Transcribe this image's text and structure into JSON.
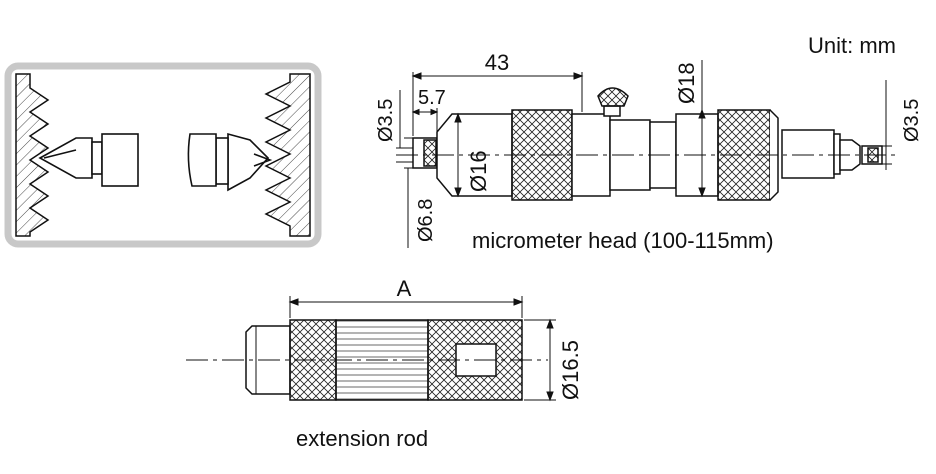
{
  "unit_label": "Unit: mm",
  "micrometer": {
    "caption": "micrometer head (100-115mm)",
    "dim_43": "43",
    "dim_5_7": "5.7",
    "dim_d3_5_left": "Ø3.5",
    "dim_d16": "Ø16",
    "dim_d18": "Ø18",
    "dim_d6_8": "Ø6.8",
    "dim_d3_5_right": "Ø3.5"
  },
  "extension": {
    "caption": "extension rod",
    "dim_a": "A",
    "dim_d16_5": "Ø16.5"
  },
  "colors": {
    "stroke": "#111111",
    "panel_border": "#c8c8c8",
    "panel_fill": "#ffffff",
    "body_fill": "#ffffff"
  }
}
